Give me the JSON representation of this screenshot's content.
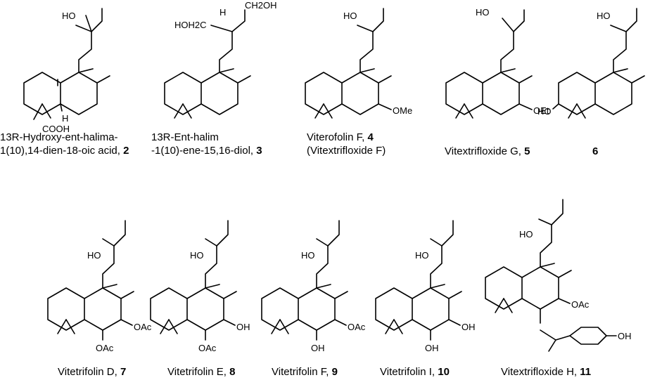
{
  "atoms": {
    "ho": "HO",
    "oh": "OH",
    "ch2oh": "CH2OH",
    "hoh2c": "HOH2C",
    "h": "H",
    "cooh": "COOH",
    "ome": "OMe",
    "oet": "OEt",
    "oac": "OAc"
  },
  "compounds": [
    {
      "id": "c2",
      "line1": "13R-Hydroxy-ent-halima-",
      "line2": "1(10),14-dien-18-oic acid, ",
      "number": "2"
    },
    {
      "id": "c3",
      "line1": "13R-Ent-halim",
      "line2": "-1(10)-ene-15,16-diol, ",
      "number": "3"
    },
    {
      "id": "c4",
      "name": "Viterofolin F, ",
      "number": "4",
      "line2": "(Vitextrifloxide F)"
    },
    {
      "id": "c5",
      "name": "Vitextrifloxide G, ",
      "number": "5"
    },
    {
      "id": "c6",
      "number": "6"
    },
    {
      "id": "c7",
      "name": "Vitetrifolin D, ",
      "number": "7"
    },
    {
      "id": "c8",
      "name": "Vitetrifolin E, ",
      "number": "8"
    },
    {
      "id": "c9",
      "name": "Vitetrifolin F, ",
      "number": "9"
    },
    {
      "id": "c10",
      "name": "Vitetrifolin I, ",
      "number": "10"
    },
    {
      "id": "c11",
      "name": "Vitextrifloxide H, ",
      "number": "11"
    }
  ]
}
